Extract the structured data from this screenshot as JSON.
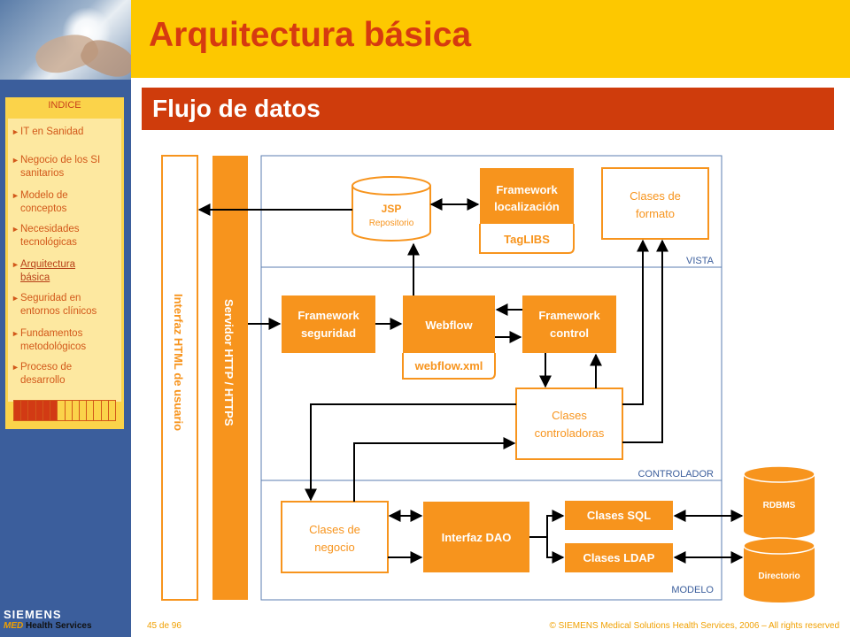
{
  "title": "Arquitectura básica",
  "subtitle": "Flujo de datos",
  "sidebar": {
    "index_title": "INDICE",
    "items": [
      {
        "lines": [
          "IT en Sanidad"
        ]
      },
      {
        "lines": [
          "Negocio de los SI",
          "sanitarios"
        ]
      },
      {
        "lines": [
          "Modelo de",
          "conceptos"
        ]
      },
      {
        "lines": [
          "Necesidades",
          "tecnológicas"
        ]
      },
      {
        "lines": [
          "Arquitectura",
          "básica"
        ],
        "active": true
      },
      {
        "lines": [
          "Seguridad en",
          "entornos clínicos"
        ]
      },
      {
        "lines": [
          "Fundamentos",
          "metodológicos"
        ]
      },
      {
        "lines": [
          "Proceso de",
          "desarrollo"
        ]
      }
    ],
    "progress": {
      "filled": 6,
      "total": 14
    }
  },
  "logo": {
    "brand": "SIEMENS",
    "division_a": "MED",
    "division_b": "Health Services"
  },
  "footer": {
    "page": "45 de 96",
    "copyright": "© SIEMENS Medical Solutions Health Services, 2006 – All rights reserved"
  },
  "colors": {
    "orange": "#f7941d",
    "header": "#fdc800",
    "bar": "#cf3c0c",
    "outline": "#f7941d",
    "layer_line": "#5b7db1"
  },
  "diagram": {
    "columns": {
      "ui": "Interfaz HTML de usuario",
      "server": "Servidor HTTP / HTTPS"
    },
    "layers": {
      "vista": "VISTA",
      "controlador": "CONTROLADOR",
      "modelo": "MODELO"
    },
    "jsp": {
      "title": "JSP",
      "sub": "Repositorio"
    },
    "fw_localizacion": {
      "line1": "Framework",
      "line2": "localización",
      "tag": "TagLIBS"
    },
    "clases_formato": {
      "line1": "Clases de",
      "line2": "formato"
    },
    "fw_seguridad": {
      "line1": "Framework",
      "line2": "seguridad"
    },
    "webflow": {
      "title": "Webflow",
      "file": "webflow.xml"
    },
    "fw_control": {
      "line1": "Framework",
      "line2": "control"
    },
    "clases_controladoras": {
      "line1": "Clases",
      "line2": "controladoras"
    },
    "clases_negocio": {
      "line1": "Clases de",
      "line2": "negocio"
    },
    "interfaz_dao": "Interfaz DAO",
    "clases_sql": "Clases SQL",
    "clases_ldap": "Clases LDAP",
    "rdbms": "RDBMS",
    "directorio": "Directorio"
  }
}
